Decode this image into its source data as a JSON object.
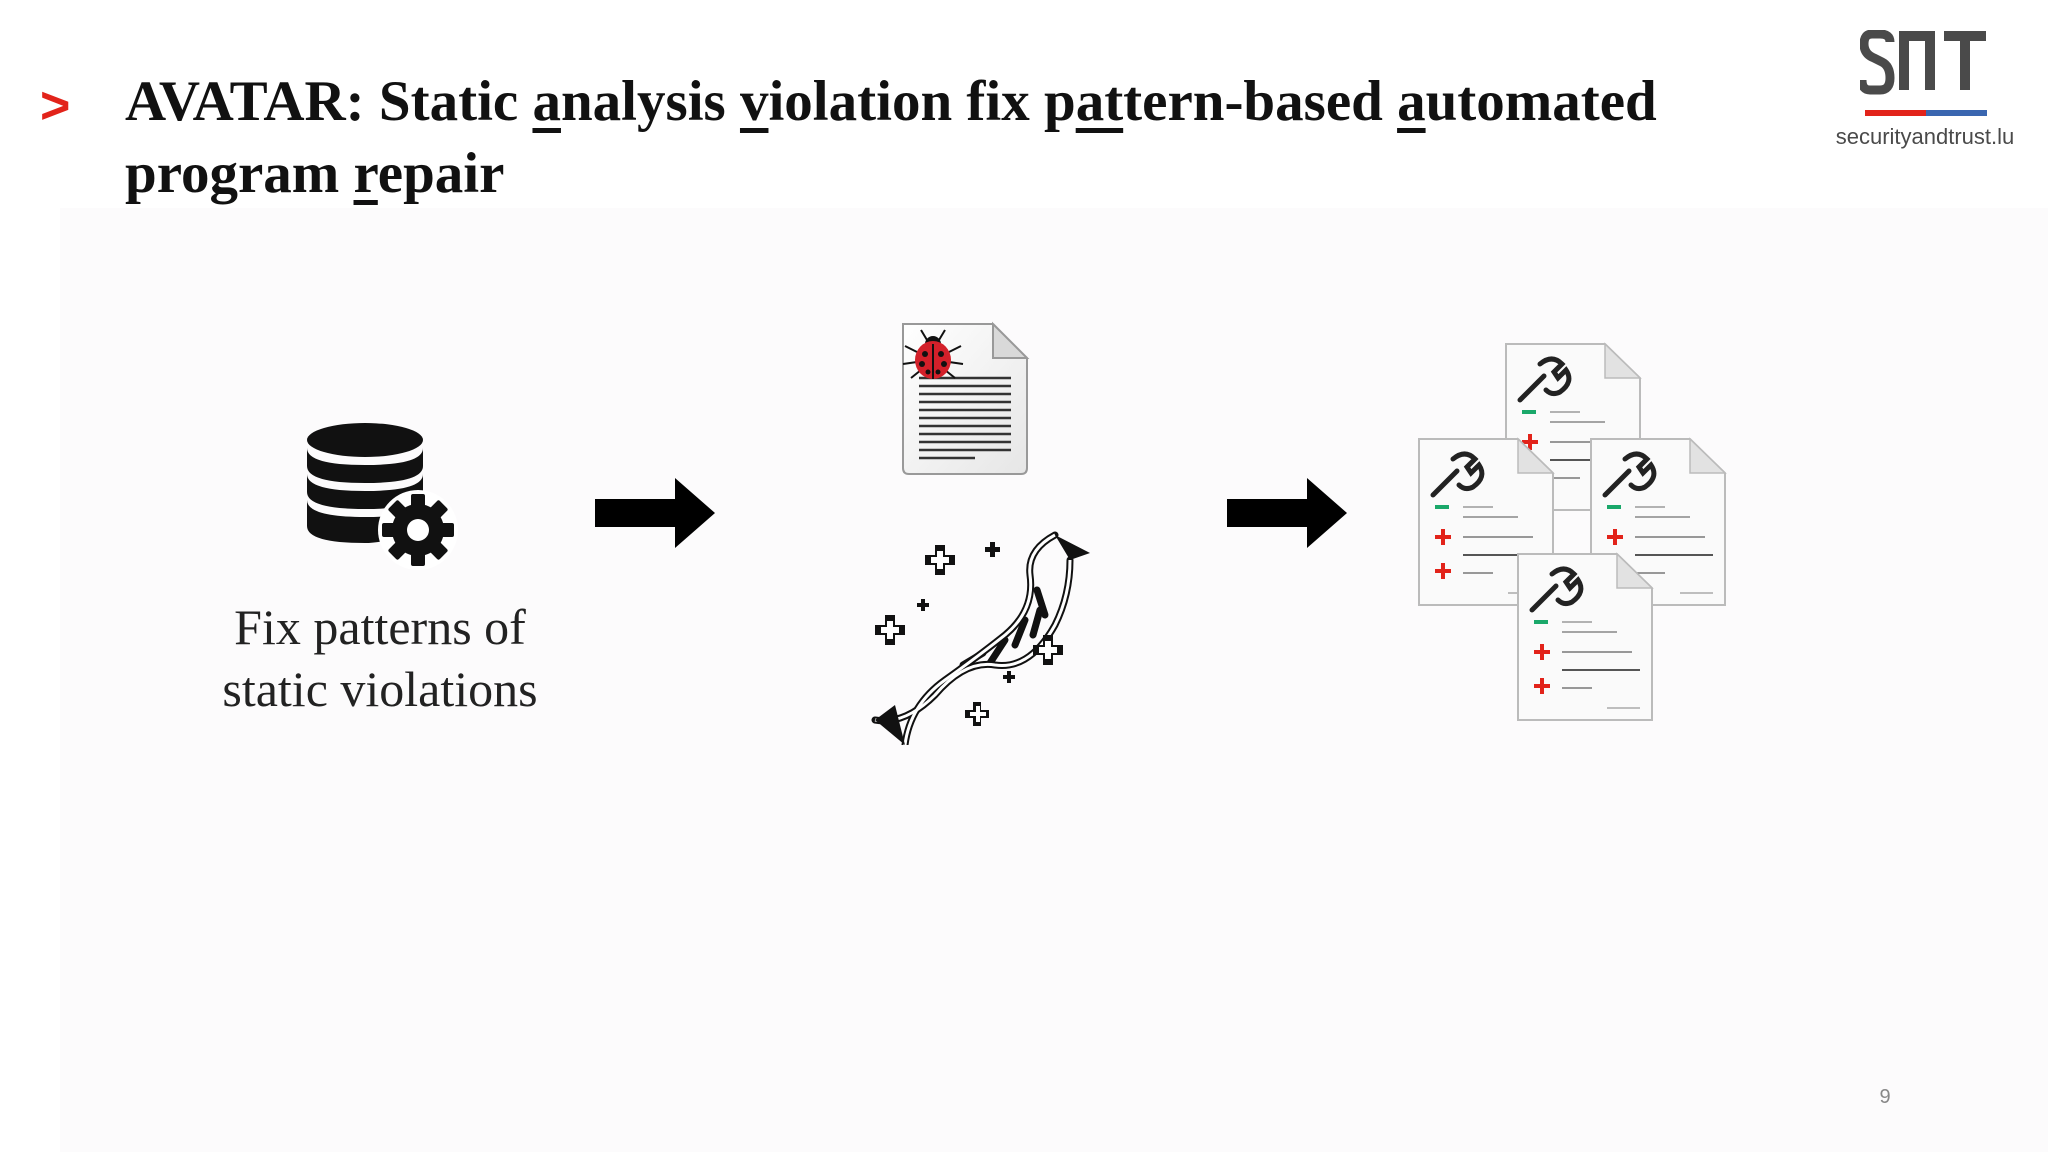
{
  "slide": {
    "bullet_glyph": ">",
    "title_parts": [
      {
        "text": "AVATAR: Static ",
        "underline": false
      },
      {
        "text": "a",
        "underline": true
      },
      {
        "text": "nalysis ",
        "underline": false
      },
      {
        "text": "v",
        "underline": true
      },
      {
        "text": "iolation fix p",
        "underline": false
      },
      {
        "text": "at",
        "underline": true
      },
      {
        "text": "tern-based ",
        "underline": false
      },
      {
        "text": "a",
        "underline": true
      },
      {
        "text": "utomated program ",
        "underline": false
      },
      {
        "text": "r",
        "underline": true
      },
      {
        "text": "epair",
        "underline": false
      }
    ],
    "caption_line1": "Fix patterns of",
    "caption_line2": "static violations",
    "page_number": "9"
  },
  "logo": {
    "mark": "SnT",
    "text": "securityandtrust.lu",
    "bar_colors": [
      "#e2231a",
      "#3a66b0"
    ]
  },
  "icons": {
    "database": "database-gear-icon",
    "arrow": "right-arrow-icon",
    "buggy_document": "bug-document-icon",
    "dna": "dna-helix-icon",
    "patch": "wrench-patch-document-icon"
  },
  "colors": {
    "accent_red": "#e2231a",
    "patch_minus": "#1aa86a",
    "patch_plus": "#e2231a"
  }
}
